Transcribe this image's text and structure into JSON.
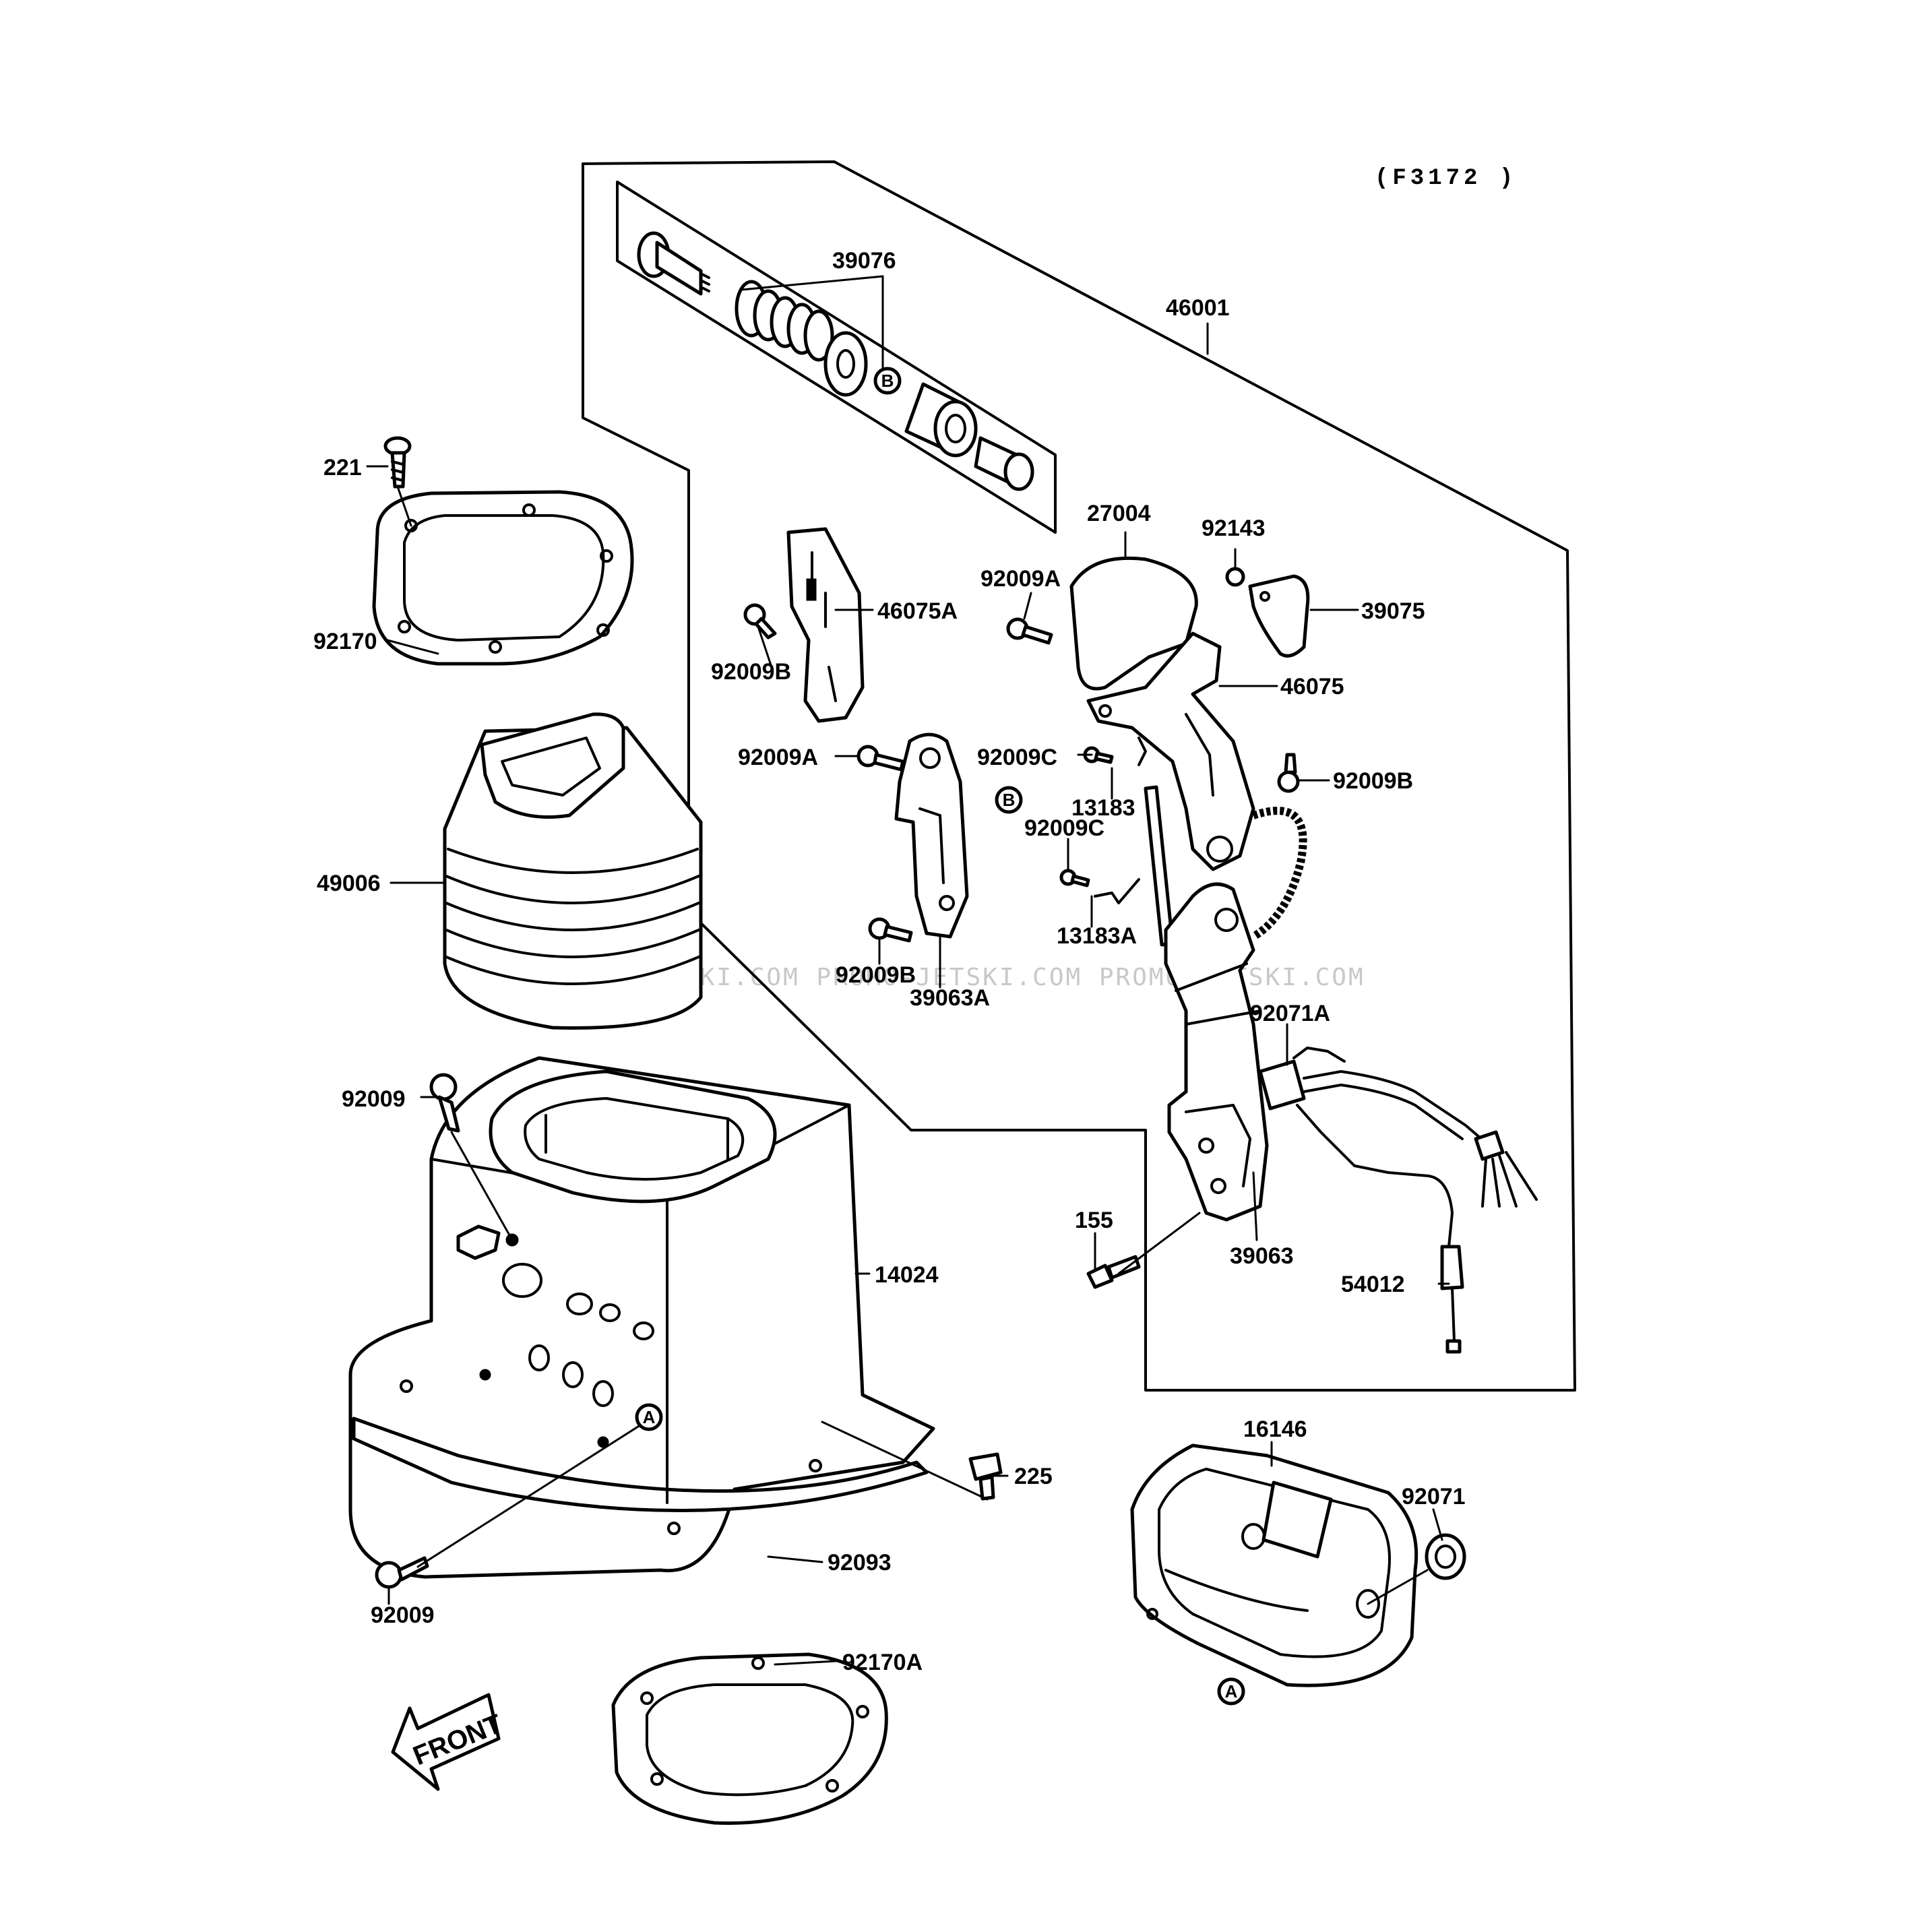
{
  "diagram_code": "(F3172 )",
  "front_label": "FRONT",
  "watermark": "JETSKI.COM   PROMO-JETSKI.COM   PROMO-JETSKI.COM",
  "ref_a": "A",
  "ref_b": "B",
  "parts": {
    "p39076": "39076",
    "p46001": "46001",
    "p221": "221",
    "p92170": "92170",
    "p27004": "27004",
    "p92143": "92143",
    "p39075": "39075",
    "p92009A_top": "92009A",
    "p46075A": "46075A",
    "p46075": "46075",
    "p92009B_left": "92009B",
    "p92009A_mid": "92009A",
    "p92009C_top": "92009C",
    "p92009B_right": "92009B",
    "p13183": "13183",
    "p92009C_mid": "92009C",
    "p49006": "49006",
    "p13183A": "13183A",
    "p92009B_low": "92009B",
    "p39063A": "39063A",
    "p92071A": "92071A",
    "p92009_top": "92009",
    "p155": "155",
    "p39063": "39063",
    "p14024": "14024",
    "p54012": "54012",
    "p16146": "16146",
    "p225": "225",
    "p92071": "92071",
    "p92093": "92093",
    "p92009_bottom": "92009",
    "p92170A": "92170A"
  }
}
